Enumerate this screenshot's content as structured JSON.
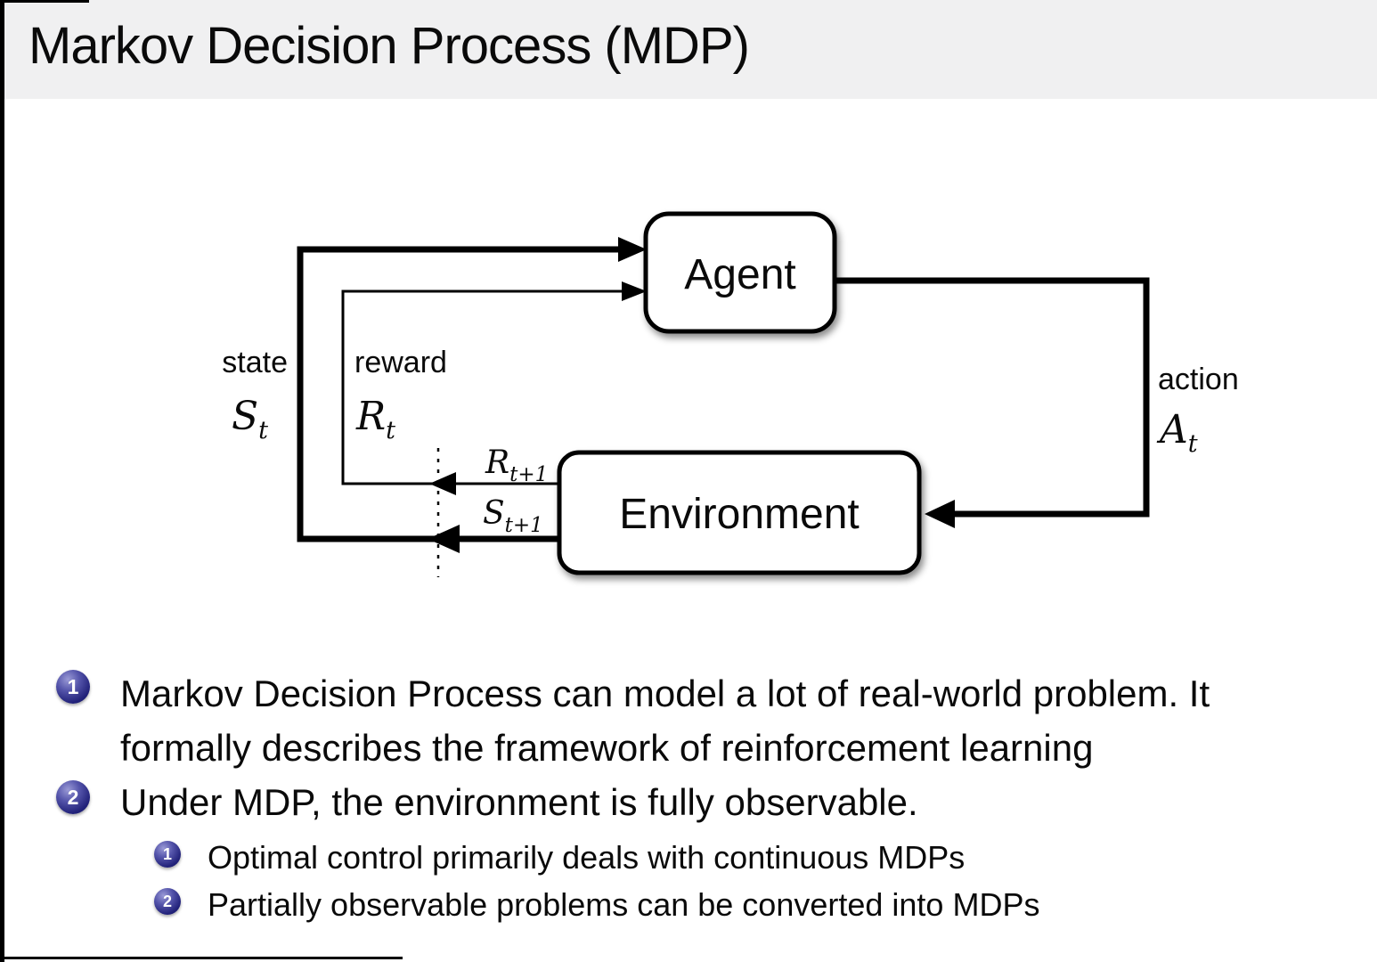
{
  "title": "Markov Decision Process (MDP)",
  "diagram": {
    "agent_label": "Agent",
    "environment_label": "Environment",
    "state_label": "state",
    "state_symbol": "S",
    "state_sub": "t",
    "reward_label": "reward",
    "reward_symbol": "R",
    "reward_sub": "t",
    "action_label": "action",
    "action_symbol": "A",
    "action_sub": "t",
    "next_reward_symbol": "R",
    "next_reward_sub": "t+1",
    "next_state_symbol": "S",
    "next_state_sub": "t+1"
  },
  "list": {
    "items": [
      {
        "number": "1",
        "lines": [
          "Markov Decision Process can model a lot of real-world problem. It",
          "formally describes the framework of reinforcement learning"
        ]
      },
      {
        "number": "2",
        "lines": [
          "Under MDP, the environment is fully observable."
        ],
        "subitems": [
          {
            "number": "1",
            "text": "Optimal control primarily deals with continuous MDPs"
          },
          {
            "number": "2",
            "text": "Partially observable problems can be converted into MDPs"
          }
        ]
      }
    ]
  },
  "colors": {
    "title_bar_bg": "#f0f0f1",
    "ball_navy": "#22227a",
    "text": "#0a0a0a",
    "diagram_stroke": "#000000"
  }
}
